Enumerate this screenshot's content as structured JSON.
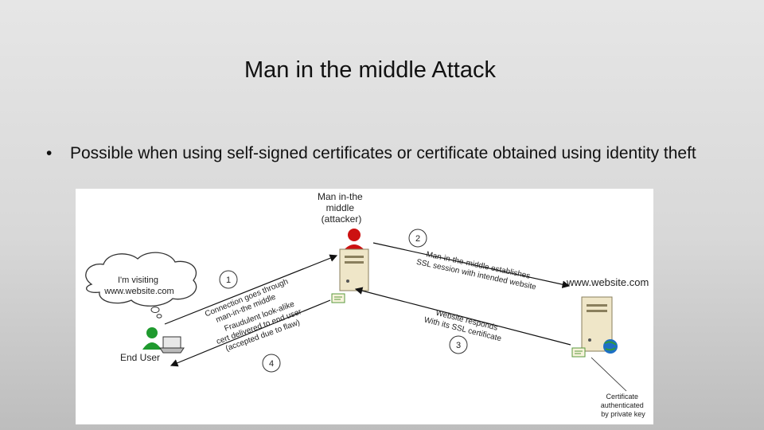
{
  "slide": {
    "title": "Man in the middle Attack",
    "bullet": "Possible when using self-signed certificates or certificate obtained using identity theft"
  },
  "diagram": {
    "attacker_label": [
      "Man in-the",
      "middle",
      "(attacker)"
    ],
    "thought_bubble": [
      "I'm visiting",
      "www.website.com"
    ],
    "end_user_label": "End User",
    "website_label": "www.website.com",
    "certificate_label": [
      "Certificate",
      "authenticated",
      "by private key"
    ],
    "steps": [
      {
        "number": "1",
        "lines": [
          "Connection goes through",
          "man-in-the middle"
        ]
      },
      {
        "number": "2",
        "lines": [
          "Man-in-the-middle establishes",
          "SSL session with intended website"
        ]
      },
      {
        "number": "3",
        "lines": [
          "Website responds",
          "With its SSL certificate"
        ]
      },
      {
        "number": "4",
        "lines": [
          "Fraudulent look-alike",
          "cert delivered to end user",
          "(accepted due to flaw)"
        ]
      }
    ]
  }
}
